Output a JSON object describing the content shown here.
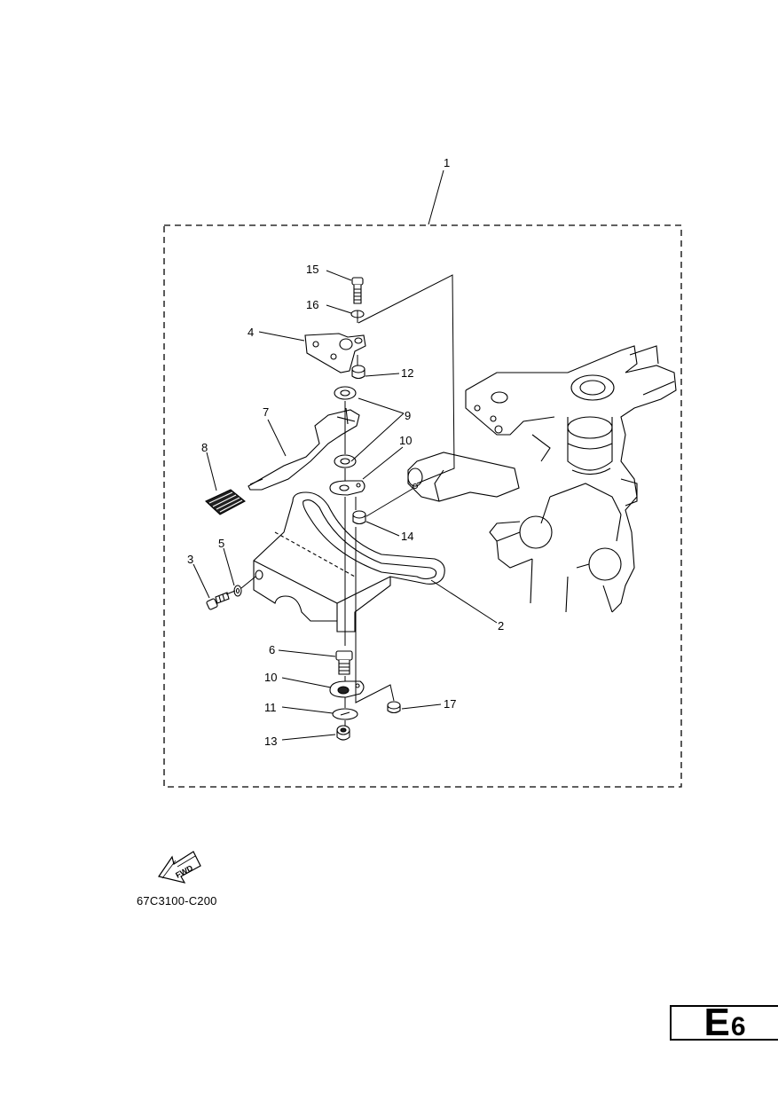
{
  "callouts": [
    {
      "id": "c1",
      "text": "1"
    },
    {
      "id": "c15",
      "text": "15"
    },
    {
      "id": "c16",
      "text": "16"
    },
    {
      "id": "c4",
      "text": "4"
    },
    {
      "id": "c12",
      "text": "12"
    },
    {
      "id": "c7",
      "text": "7"
    },
    {
      "id": "c9",
      "text": "9"
    },
    {
      "id": "c8",
      "text": "8"
    },
    {
      "id": "c10a",
      "text": "10"
    },
    {
      "id": "c14",
      "text": "14"
    },
    {
      "id": "c5",
      "text": "5"
    },
    {
      "id": "c3",
      "text": "3"
    },
    {
      "id": "c2",
      "text": "2"
    },
    {
      "id": "c6",
      "text": "6"
    },
    {
      "id": "c10b",
      "text": "10"
    },
    {
      "id": "c17",
      "text": "17"
    },
    {
      "id": "c11",
      "text": "11"
    },
    {
      "id": "c13",
      "text": "13"
    }
  ],
  "fwd_label": "FWD",
  "part_code": "67C3100-C200",
  "page_section": "E",
  "page_number": "6"
}
